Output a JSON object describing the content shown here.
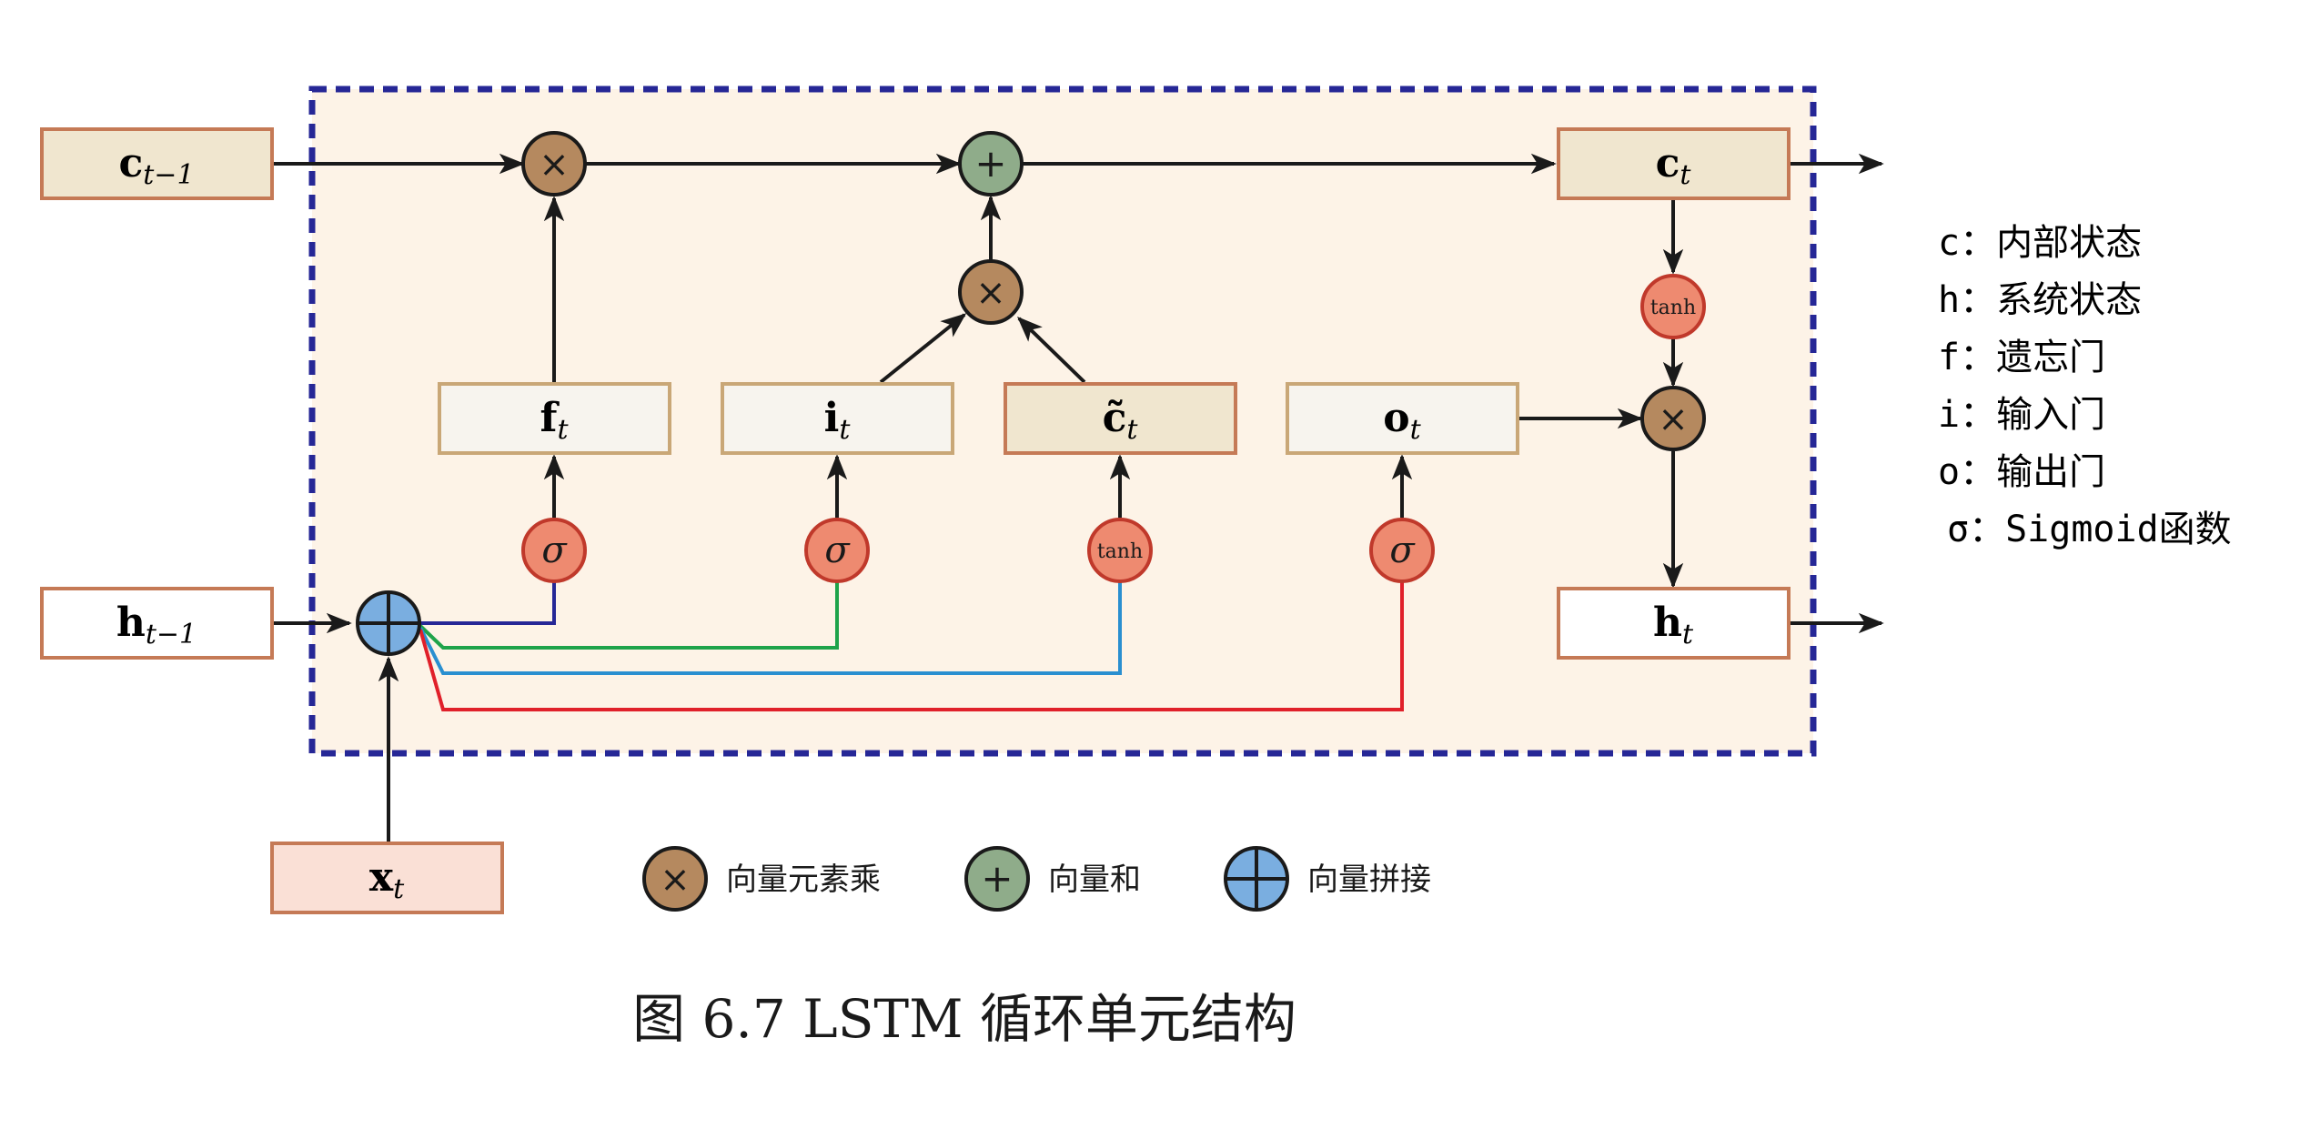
{
  "diagram": {
    "inputs": {
      "c_prev": {
        "main": "c",
        "sub": "t−1"
      },
      "h_prev": {
        "main": "h",
        "sub": "t−1"
      },
      "x_t": {
        "main": "x",
        "sub": "t"
      }
    },
    "gates": {
      "f": {
        "main": "f",
        "sub": "t"
      },
      "i": {
        "main": "i",
        "sub": "t"
      },
      "c_tilde": {
        "main": "c̃",
        "sub": "t"
      },
      "o": {
        "main": "o",
        "sub": "t"
      }
    },
    "outputs": {
      "c_t": {
        "main": "c",
        "sub": "t"
      },
      "h_t": {
        "main": "h",
        "sub": "t"
      }
    },
    "activations": {
      "sigma": "σ",
      "tanh": "tanh"
    },
    "operators": {
      "multiply": "×",
      "add": "+"
    },
    "colors": {
      "multiply": "#b5895f",
      "add": "#8fac8a",
      "concat": "#7aaee0",
      "activation": "#ee8a70",
      "frame_border": "#262796",
      "frame_fill": "#fdf3e7",
      "line_f": "#262796",
      "line_i": "#1ea34a",
      "line_c": "#2a8fd0",
      "line_o": "#e0202a"
    }
  },
  "side_legend": [
    {
      "key": "c：",
      "text": "内部状态"
    },
    {
      "key": "h：",
      "text": "系统状态"
    },
    {
      "key": "f：",
      "text": "遗忘门"
    },
    {
      "key": "i：",
      "text": "输入门"
    },
    {
      "key": "o：",
      "text": "输出门"
    },
    {
      "key": "σ：",
      "text": "Sigmoid函数"
    }
  ],
  "op_legend": [
    {
      "text": "向量元素乘"
    },
    {
      "text": "向量和"
    },
    {
      "text": "向量拼接"
    }
  ],
  "caption": "图 6.7 LSTM 循环单元结构"
}
